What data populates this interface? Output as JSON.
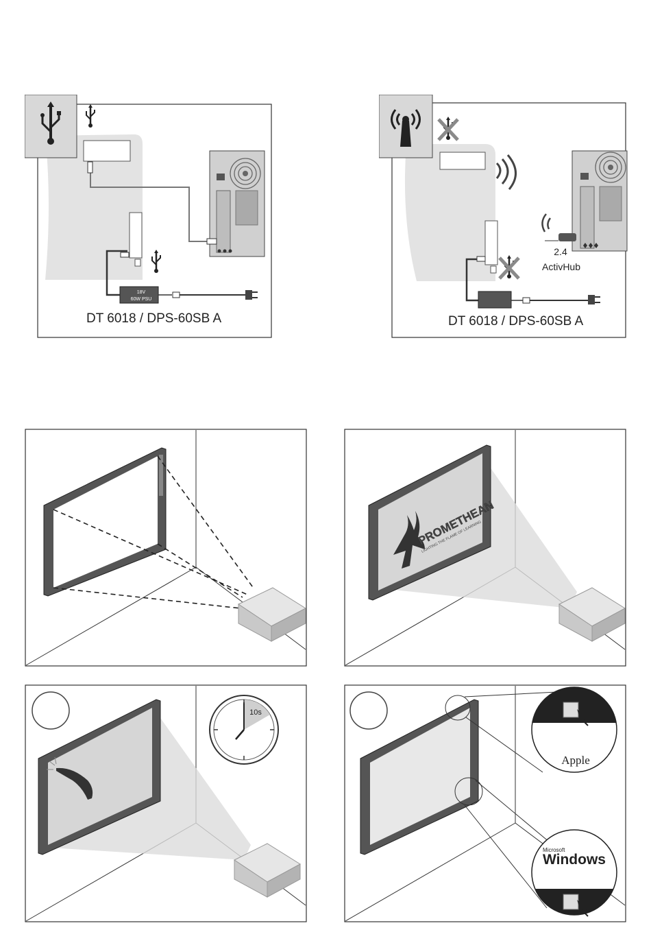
{
  "panels": {
    "usb": {
      "icon": "usb-icon",
      "psu_label_line1": "18V",
      "psu_label_line2": "60W PSU",
      "caption": "DT 6018 / DPS-60SB A"
    },
    "wireless": {
      "icon": "antenna-icon",
      "hub_label_line1": "2.4",
      "hub_label_line2": "ActivHub",
      "caption": "DT 6018 / DPS-60SB A"
    },
    "projector_alignment": {},
    "projector_logo": {
      "logo_text": "PROMETHEAN",
      "logo_tagline": "LIGHTING THE FLAME OF LEARNING"
    },
    "pen_hold": {
      "timer_label": "10s"
    },
    "calibration": {
      "apple_label": "Apple",
      "windows_label_small": "Microsoft",
      "windows_label_big": "Windows"
    }
  }
}
